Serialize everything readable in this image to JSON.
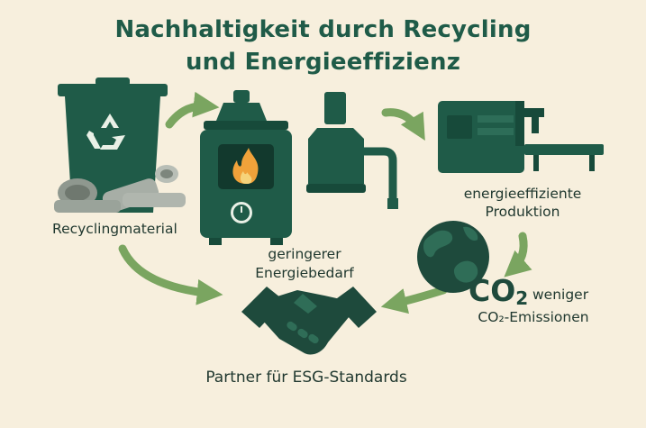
{
  "title": {
    "line1": "Nachhaltigkeit durch Recycling",
    "line2": "und Energieeffizienz"
  },
  "nodes": {
    "recycling": {
      "label": "Recyclingmaterial",
      "icon": "recycling-bin-icon"
    },
    "furnace": {
      "label_line1": "geringerer",
      "label_line2": "Energiebedarf",
      "icon": "furnace-icon"
    },
    "production": {
      "label_line1": "energieeffiziente",
      "label_line2": "Produktion",
      "icon": "production-machine-icon"
    },
    "co2": {
      "symbol_main": "CO",
      "symbol_sub": "2",
      "label_line1": "weniger",
      "label_line2": "CO₂-Emissionen",
      "icon": "globe-icon"
    },
    "partner": {
      "label": "Partner für ESG-Standards",
      "icon": "handshake-icon"
    }
  },
  "colors": {
    "background": "#f7efdd",
    "primary_green": "#1f5b48",
    "dark_green": "#174a3a",
    "arrow_green": "#7aa560",
    "flame_orange": "#f0a23a",
    "scrap_grey": "#9aa39a"
  }
}
